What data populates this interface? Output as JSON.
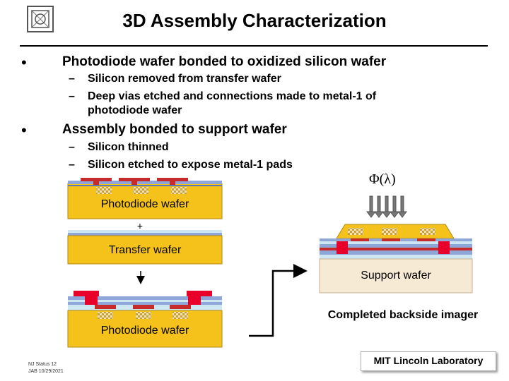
{
  "header": {
    "title": "3D Assembly Characterization"
  },
  "bullets": [
    {
      "text": "Photodiode wafer bonded to oxidized silicon wafer",
      "subs": [
        "Silicon removed from transfer wafer",
        "Deep vias etched and connections made to metal-1 of",
        "photodiode wafer"
      ]
    },
    {
      "text": "Assembly bonded to support wafer",
      "subs": [
        "Silicon thinned",
        "Silicon etched to expose metal-1 pads"
      ]
    }
  ],
  "bullet_glyph": "•",
  "dash_glyph": "–",
  "diagram": {
    "photodiode_label": "Photodiode wafer",
    "plus": "+",
    "transfer_label": "Transfer wafer",
    "photodiode_label_2": "Photodiode wafer",
    "support_label": "Support wafer",
    "completed_label": "Completed backside imager",
    "flux_label": "Φ(λ)"
  },
  "footer": {
    "line1": "NJ Status 12",
    "line2": "JAB 10/29/2021",
    "org": "MIT Lincoln Laboratory"
  },
  "colors": {
    "wafer": "#f5c21b",
    "metal": "#c62a2a",
    "oxide": "#8fa6d9",
    "light_layer": "#cde6f2",
    "pad": "#e8a86c",
    "support": "#f7ead5",
    "via_bright": "#e8002a"
  }
}
